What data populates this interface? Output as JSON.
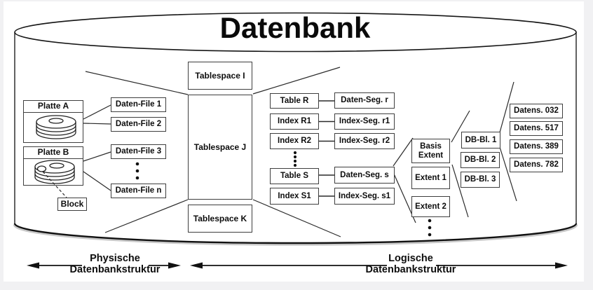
{
  "title": "Datenbank",
  "colors": {
    "line": "#1f1f1f",
    "box_border": "#3e3e3e",
    "text": "#0d0d0d",
    "canvas": "#ffffff",
    "page_background": "#f1f1f3"
  },
  "physical": {
    "disks": [
      {
        "label": "Platte A"
      },
      {
        "label": "Platte B"
      }
    ],
    "block_label": "Block",
    "data_files": [
      "Daten-File 1",
      "Daten-File 2",
      "Daten-File 3",
      "Daten-File n"
    ]
  },
  "logical": {
    "tablespaces": [
      "Tablespace I",
      "Tablespace J",
      "Tablespace K"
    ],
    "objects": [
      "Table R",
      "Index R1",
      "Index R2",
      "Table S",
      "Index S1"
    ],
    "segments": [
      "Daten-Seg. r",
      "Index-Seg. r1",
      "Index-Seg. r2",
      "Daten-Seg. s",
      "Index-Seg. s1"
    ],
    "extents": {
      "basis": [
        "Basis",
        "Extent"
      ],
      "items": [
        "Extent 1",
        "Extent 2"
      ]
    },
    "db_blocks": [
      "DB-Bl. 1",
      "DB-Bl. 2",
      "DB-Bl. 3"
    ],
    "records": [
      "Datens. 032",
      "Datens. 517",
      "Datens. 389",
      "Datens. 782"
    ]
  },
  "legend": {
    "physical": [
      "Physische",
      "Datenbankstruktur"
    ],
    "logical": [
      "Logische",
      "Datenbankstruktur"
    ]
  }
}
